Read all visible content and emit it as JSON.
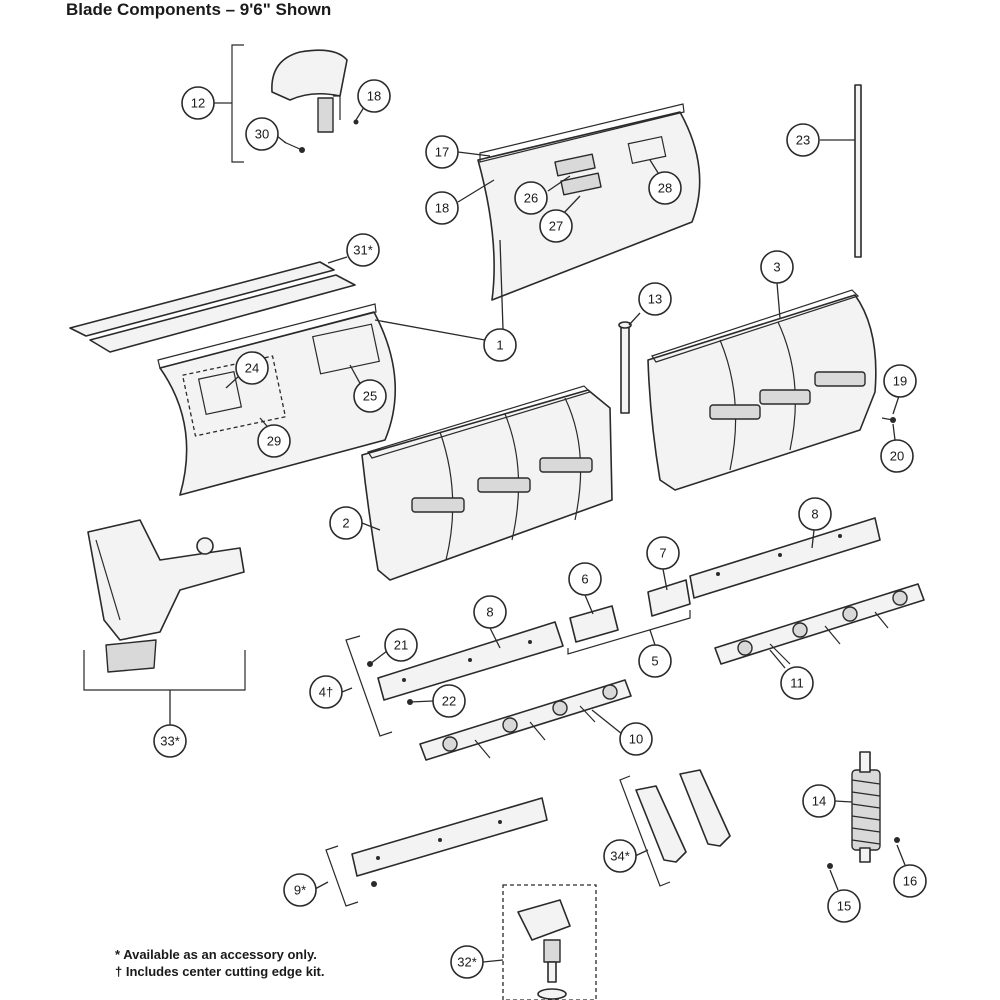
{
  "title": "Blade Components – 9'6\" Shown",
  "callouts": [
    {
      "id": "c1",
      "label": "1"
    },
    {
      "id": "c2",
      "label": "2"
    },
    {
      "id": "c3",
      "label": "3"
    },
    {
      "id": "c4",
      "label": "4†"
    },
    {
      "id": "c5",
      "label": "5"
    },
    {
      "id": "c6",
      "label": "6"
    },
    {
      "id": "c7",
      "label": "7"
    },
    {
      "id": "c8a",
      "label": "8"
    },
    {
      "id": "c8b",
      "label": "8"
    },
    {
      "id": "c9",
      "label": "9*"
    },
    {
      "id": "c10",
      "label": "10"
    },
    {
      "id": "c11",
      "label": "11"
    },
    {
      "id": "c12",
      "label": "12"
    },
    {
      "id": "c13",
      "label": "13"
    },
    {
      "id": "c14",
      "label": "14"
    },
    {
      "id": "c15",
      "label": "15"
    },
    {
      "id": "c16",
      "label": "16"
    },
    {
      "id": "c17",
      "label": "17"
    },
    {
      "id": "c18a",
      "label": "18"
    },
    {
      "id": "c18b",
      "label": "18"
    },
    {
      "id": "c19",
      "label": "19"
    },
    {
      "id": "c20",
      "label": "20"
    },
    {
      "id": "c21",
      "label": "21"
    },
    {
      "id": "c22",
      "label": "22"
    },
    {
      "id": "c23",
      "label": "23"
    },
    {
      "id": "c24",
      "label": "24"
    },
    {
      "id": "c25",
      "label": "25"
    },
    {
      "id": "c26",
      "label": "26"
    },
    {
      "id": "c27",
      "label": "27"
    },
    {
      "id": "c28",
      "label": "28"
    },
    {
      "id": "c29",
      "label": "29"
    },
    {
      "id": "c30",
      "label": "30"
    },
    {
      "id": "c31",
      "label": "31*"
    },
    {
      "id": "c32",
      "label": "32*"
    },
    {
      "id": "c33",
      "label": "33*"
    },
    {
      "id": "c34",
      "label": "34*"
    }
  ],
  "notes": {
    "accessory": "* Available as an accessory only.",
    "center_kit": "† Includes center cutting edge kit."
  }
}
